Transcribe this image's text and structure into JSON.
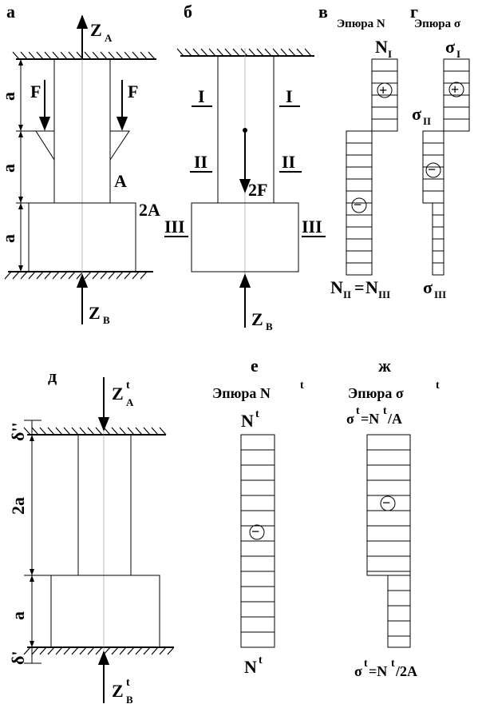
{
  "panels": {
    "a": {
      "letter": "а",
      "ZA": "Z",
      "ZA_sub": "A",
      "ZB": "Z",
      "ZB_sub": "B",
      "F_left": "F",
      "F_right": "F",
      "dim1": "a",
      "dim2": "a",
      "dim3": "a",
      "area_top": "A",
      "area_bottom": "2A"
    },
    "b": {
      "letter": "б",
      "sec_I": "I",
      "sec_II": "II",
      "sec_III": "III",
      "force": "2F",
      "ZB": "Z",
      "ZB_sub": "B"
    },
    "v": {
      "letter": "в",
      "title": "Эпюра N",
      "top_label": "N",
      "top_sub": "I",
      "bottom_label_1": "N",
      "bottom_sub_1": "II",
      "bottom_eq": "=",
      "bottom_label_2": "N",
      "bottom_sub_2": "III",
      "plus": "+",
      "minus": "−"
    },
    "g": {
      "letter": "г",
      "title": "Эпюра σ",
      "top_label": "σ",
      "top_sub": "I",
      "mid_label": "σ",
      "mid_sub": "II",
      "bottom_label": "σ",
      "bottom_sub": "III"
    },
    "d": {
      "letter": "д",
      "ZA": "Z",
      "ZA_sub": "A",
      "ZA_sup": "t",
      "ZB": "Z",
      "ZB_sub": "B",
      "ZB_sup": "t",
      "delta_top": "δ''",
      "delta_bottom": "δ'",
      "dim_top": "2a",
      "dim_bottom": "a"
    },
    "e": {
      "letter": "е",
      "title": "Эпюра N",
      "title_sup": "t",
      "top_label": "N",
      "top_sup": "t",
      "bottom_label": "N",
      "bottom_sup": "t"
    },
    "zh": {
      "letter": "ж",
      "title": "Эпюра σ",
      "title_sup": "t",
      "top_formula": "σ",
      "top_formula_sup1": "t",
      "top_formula_mid": "=N",
      "top_formula_sup2": "t",
      "top_formula_end": "/A",
      "bottom_formula": "σ",
      "bottom_formula_sup1": "t",
      "bottom_formula_mid": "=N",
      "bottom_formula_sup2": "t",
      "bottom_formula_end": "/2A"
    }
  },
  "colors": {
    "ink": "#000000",
    "axis": "#b8b8b8",
    "background": "#ffffff"
  }
}
